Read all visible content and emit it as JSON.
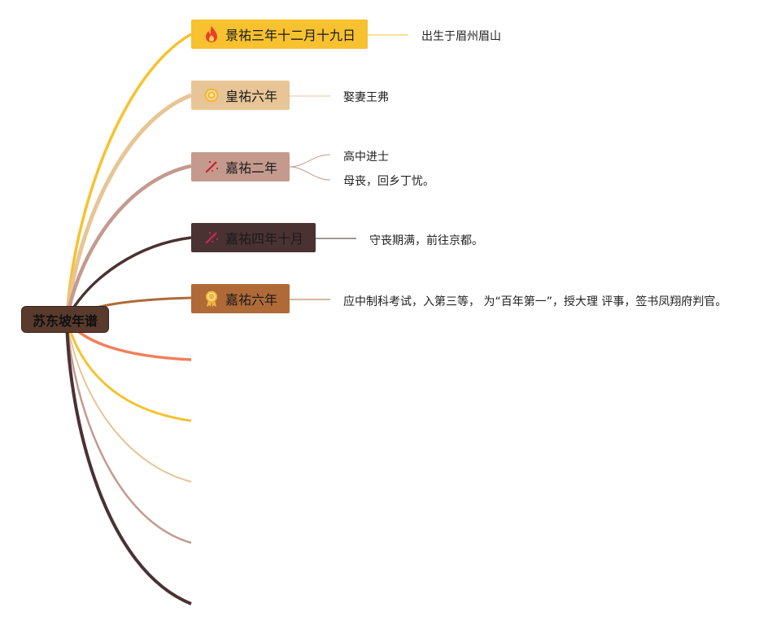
{
  "root": {
    "label": "苏东坡年谱"
  },
  "nodes": [
    {
      "label": "景祐三年十二月十九日",
      "icon": "fire-icon",
      "color": "#f7c12f",
      "children": [
        "出生于眉州眉山"
      ]
    },
    {
      "label": "皇祐六年",
      "icon": "medal-icon",
      "color": "#e8c596",
      "children": [
        "娶妻王弗"
      ]
    },
    {
      "label": "嘉祐二年",
      "icon": "sparkle-wand-icon",
      "color": "#c49a8e",
      "children": [
        "高中进士",
        "母丧，回乡丁忧。"
      ]
    },
    {
      "label": "嘉祐四年十月",
      "icon": "sparkle-wand-icon",
      "color": "#4a3233",
      "children": [
        "守丧期满，前往京都。"
      ]
    },
    {
      "label": "嘉祐六年",
      "icon": "award-ribbon-icon",
      "color": "#b06a38",
      "children": [
        "应中制科考试，入第三等， 为“百年第一”，授大理 评事，签书凤翔府判官。"
      ]
    }
  ],
  "empty_branch_colors": [
    "#f2805a",
    "#f7c12f",
    "#e8c596",
    "#c49a8e",
    "#4a3233"
  ]
}
